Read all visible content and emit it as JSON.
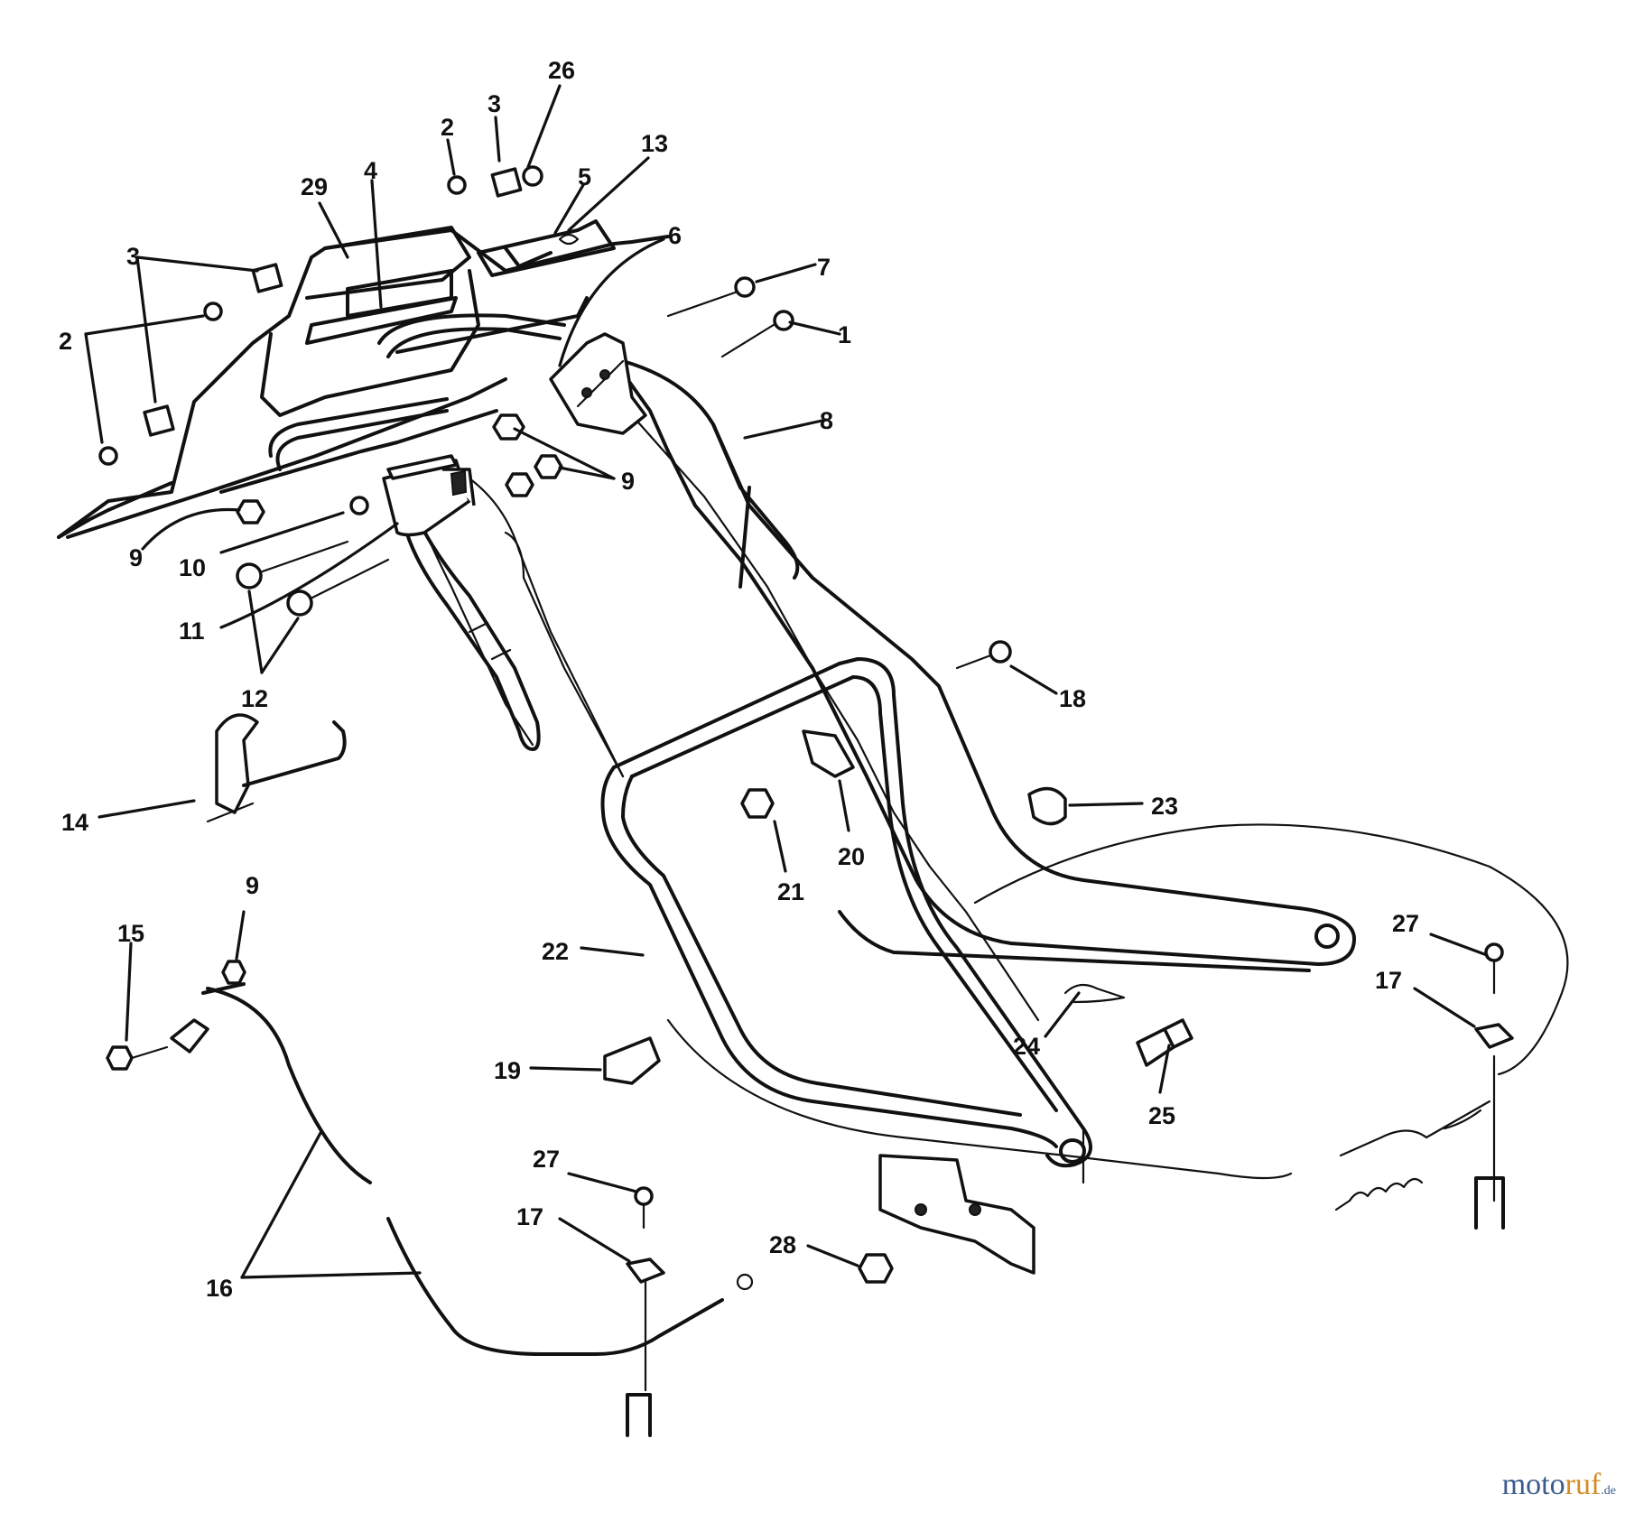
{
  "callouts": [
    {
      "id": "c26",
      "text": "26"
    },
    {
      "id": "c3a",
      "text": "3"
    },
    {
      "id": "c13",
      "text": "13"
    },
    {
      "id": "c2a",
      "text": "2"
    },
    {
      "id": "c5",
      "text": "5"
    },
    {
      "id": "c29",
      "text": "29"
    },
    {
      "id": "c4",
      "text": "4"
    },
    {
      "id": "c6",
      "text": "6"
    },
    {
      "id": "c7",
      "text": "7"
    },
    {
      "id": "c3b",
      "text": "3"
    },
    {
      "id": "c1",
      "text": "1"
    },
    {
      "id": "c2b",
      "text": "2"
    },
    {
      "id": "c8",
      "text": "8"
    },
    {
      "id": "c9a",
      "text": "9"
    },
    {
      "id": "c9b",
      "text": "9"
    },
    {
      "id": "c10",
      "text": "10"
    },
    {
      "id": "c11",
      "text": "11"
    },
    {
      "id": "c12",
      "text": "12"
    },
    {
      "id": "c18",
      "text": "18"
    },
    {
      "id": "c14",
      "text": "14"
    },
    {
      "id": "c23",
      "text": "23"
    },
    {
      "id": "c20",
      "text": "20"
    },
    {
      "id": "c21",
      "text": "21"
    },
    {
      "id": "c9c",
      "text": "9"
    },
    {
      "id": "c15",
      "text": "15"
    },
    {
      "id": "c22",
      "text": "22"
    },
    {
      "id": "c27a",
      "text": "27"
    },
    {
      "id": "c17a",
      "text": "17"
    },
    {
      "id": "c24",
      "text": "24"
    },
    {
      "id": "c19",
      "text": "19"
    },
    {
      "id": "c25",
      "text": "25"
    },
    {
      "id": "c27b",
      "text": "27"
    },
    {
      "id": "c17b",
      "text": "17"
    },
    {
      "id": "c28",
      "text": "28"
    },
    {
      "id": "c16",
      "text": "16"
    }
  ],
  "watermark": {
    "part1": "moto",
    "part2": "ruf",
    "part3": ".de"
  }
}
